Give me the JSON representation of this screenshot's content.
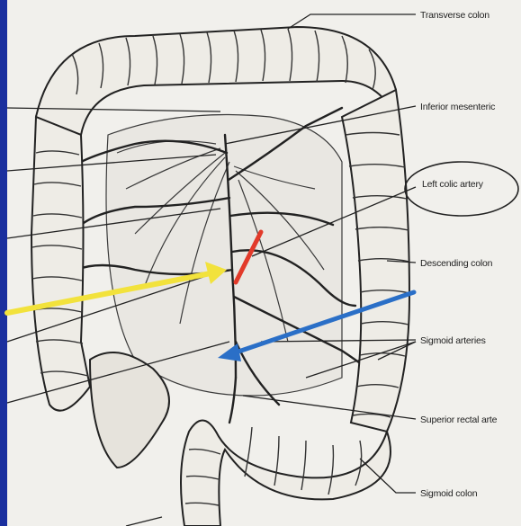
{
  "labels": {
    "transverse_colon": "Transverse colon",
    "inferior_mesenteric": "Inferior mesenteric",
    "left_colic_artery": "Left colic artery",
    "descending_colon": "Descending colon",
    "sigmoid_arteries": "Sigmoid arteries",
    "superior_rectal_artery": "Superior rectal arte",
    "sigmoid_colon": "Sigmoid colon"
  },
  "colors": {
    "slide_background": "#1a2f9e",
    "paper": "#f1f0ec",
    "ink": "#2a2a2a",
    "yellow_arrow": "#f2e23c",
    "red_mark": "#e23a2a",
    "blue_arrow": "#2a6fc7"
  }
}
